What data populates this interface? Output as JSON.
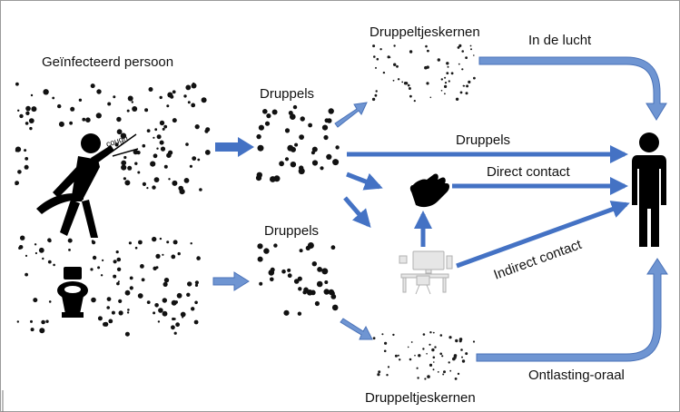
{
  "labels": {
    "infected_person": "Geïnfecteerd persoon",
    "droplets_top": "Druppels",
    "droplets_bottom": "Druppels",
    "droplet_nuclei_top": "Druppeltjeskernen",
    "droplet_nuclei_bottom": "Druppeltjeskernen",
    "in_the_air": "In de lucht",
    "droplets_route": "Druppels",
    "direct_contact": "Direct contact",
    "indirect_contact": "Indirect contact",
    "fecal_oral": "Ontlasting-oraal",
    "cough": "cough"
  },
  "icons": {
    "infected_person": "coughing-person-icon",
    "toilet": "toilet-icon",
    "hand": "hand-icon",
    "workspace": "desk-workspace-icon",
    "recipient": "standing-person-icon"
  },
  "colors": {
    "arrow_fill": "#4472c4",
    "hollow_arrow_fill": "#6f95d2",
    "text": "#111111",
    "background": "#ffffff",
    "border": "#9a9a9a"
  }
}
